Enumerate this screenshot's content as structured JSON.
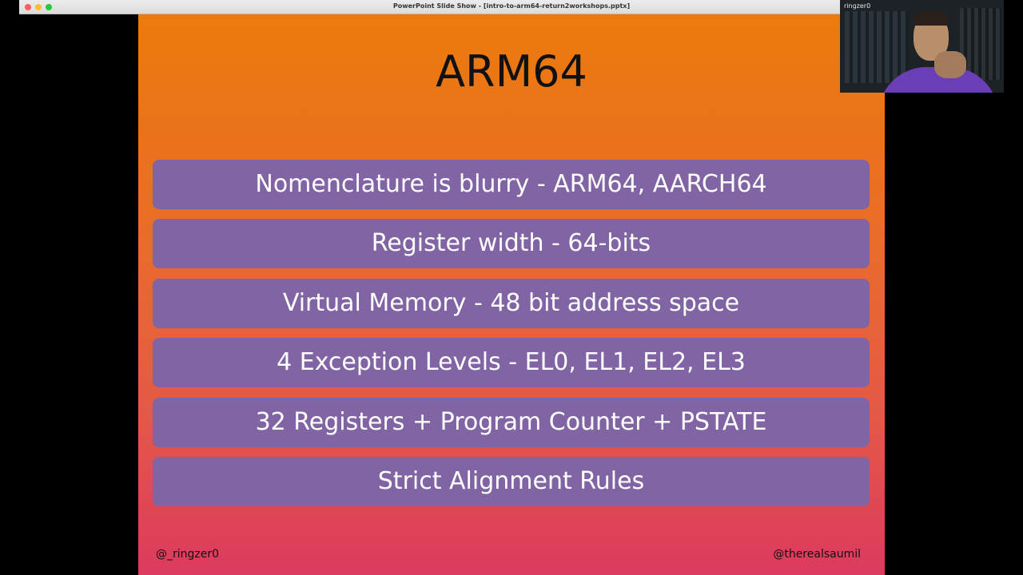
{
  "window": {
    "title": "PowerPoint Slide Show - [intro-to-arm64-return2workshops.pptx]"
  },
  "slide": {
    "title": "ARM64",
    "bullets": [
      "Nomenclature is blurry - ARM64, AARCH64",
      "Register width - 64-bits",
      "Virtual Memory - 48 bit address space",
      "4 Exception Levels - EL0, EL1, EL2, EL3",
      "32 Registers + Program Counter + PSTATE",
      "Strict Alignment Rules"
    ],
    "footer_left": "@_ringzer0",
    "footer_right": "@therealsaumil",
    "colors": {
      "gradient_top": "#ec7a0c",
      "gradient_bottom": "#dc3a5e",
      "bullet_box": "#8164a3"
    }
  },
  "webcam": {
    "participant_name": "ringzer0"
  }
}
